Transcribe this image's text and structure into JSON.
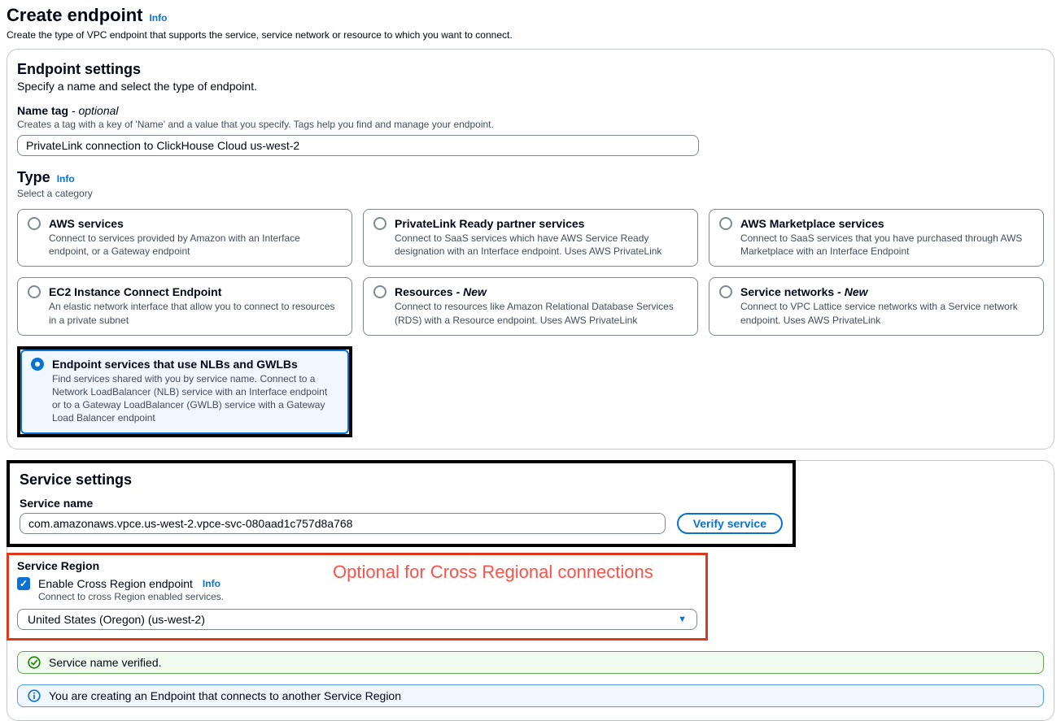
{
  "page": {
    "title": "Create endpoint",
    "title_info": "Info",
    "description": "Create the type of VPC endpoint that supports the service, service network or resource to which you want to connect."
  },
  "endpoint_settings": {
    "heading": "Endpoint settings",
    "subheading": "Specify a name and select the type of endpoint.",
    "name_tag": {
      "label": "Name tag",
      "label_suffix": "- optional",
      "helper": "Creates a tag with a key of 'Name' and a value that you specify. Tags help you find and manage your endpoint.",
      "value": "PrivateLink connection to ClickHouse Cloud us-west-2"
    },
    "type": {
      "heading": "Type",
      "info": "Info",
      "subheading": "Select a category",
      "options": [
        {
          "title": "AWS services",
          "title_suffix": "",
          "description": "Connect to services provided by Amazon with an Interface endpoint, or a Gateway endpoint",
          "selected": false
        },
        {
          "title": "PrivateLink Ready partner services",
          "title_suffix": "",
          "description": "Connect to SaaS services which have AWS Service Ready designation with an Interface endpoint. Uses AWS PrivateLink",
          "selected": false
        },
        {
          "title": "AWS Marketplace services",
          "title_suffix": "",
          "description": "Connect to SaaS services that you have purchased through AWS Marketplace with an Interface Endpoint",
          "selected": false
        },
        {
          "title": "EC2 Instance Connect Endpoint",
          "title_suffix": "",
          "description": "An elastic network interface that allow you to connect to resources in a private subnet",
          "selected": false
        },
        {
          "title": "Resources",
          "title_suffix": "- New",
          "description": "Connect to resources like Amazon Relational Database Services (RDS) with a Resource endpoint. Uses AWS PrivateLink",
          "selected": false
        },
        {
          "title": "Service networks",
          "title_suffix": "- New",
          "description": "Connect to VPC Lattice service networks with a Service network endpoint. Uses AWS PrivateLink",
          "selected": false
        },
        {
          "title": "Endpoint services that use NLBs and GWLBs",
          "title_suffix": "",
          "description": "Find services shared with you by service name. Connect to a Network LoadBalancer (NLB) service with an Interface endpoint or to a Gateway LoadBalancer (GWLB) service with a Gateway Load Balancer endpoint",
          "selected": true
        }
      ]
    }
  },
  "service_settings": {
    "heading": "Service settings",
    "service_name": {
      "label": "Service name",
      "value": "com.amazonaws.vpce.us-west-2.vpce-svc-080aad1c757d8a768",
      "verify_button": "Verify service"
    },
    "service_region": {
      "label": "Service Region",
      "checkbox_label": "Enable Cross Region endpoint",
      "checkbox_checked": true,
      "info": "Info",
      "helper": "Connect to cross Region enabled services.",
      "selected_region": "United States (Oregon) (us-west-2)"
    },
    "alerts": {
      "success": "Service name verified.",
      "info": "You are creating an Endpoint that connects to another Service Region"
    }
  },
  "annotations": {
    "cross_region_note": "Optional for Cross Regional connections"
  },
  "colors": {
    "accent_blue": "#0972d3",
    "success_green": "#67a353",
    "info_blue": "#539fe5",
    "annotation_black": "#000000",
    "annotation_red_box": "#dd3a1c",
    "annotation_red_text": "#fb5149",
    "selected_tile_bg": "#f0f7ff"
  }
}
